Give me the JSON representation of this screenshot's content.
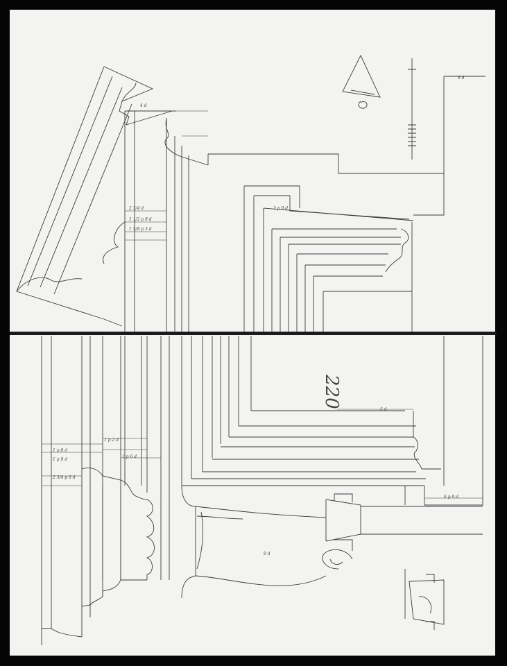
{
  "sheet": {
    "page_number": "220",
    "notes": [
      "1 p 8 d",
      "1 p 9 d",
      "9 d",
      "5 d",
      "4 d",
      "2 3/4 d",
      "1 1/2 p 9 d",
      "1 5/8 p 3 d",
      "2 3/4 p 9 d",
      "1 p 2 d",
      "6 p 9 d",
      "3 p 9 d",
      "6 d",
      "1 p 6 d"
    ]
  }
}
